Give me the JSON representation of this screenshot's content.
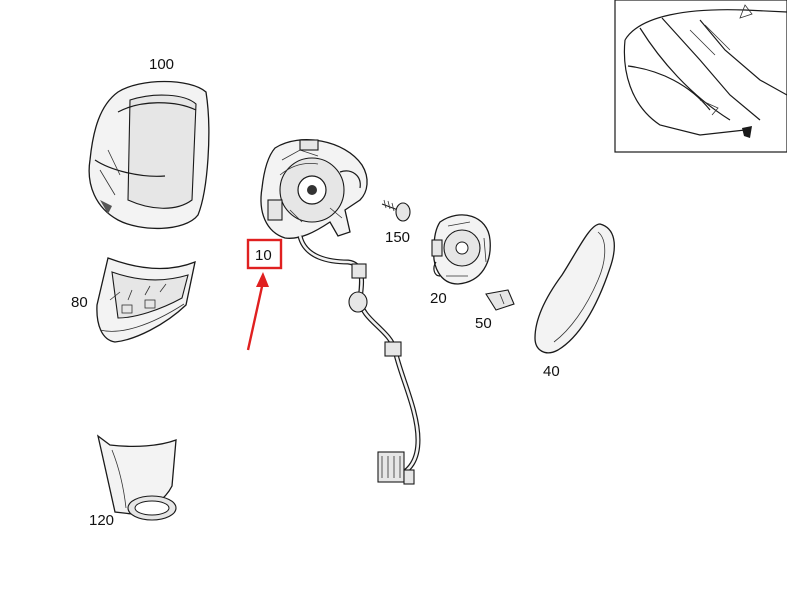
{
  "parts": {
    "p100": {
      "label": "100"
    },
    "p80": {
      "label": "80"
    },
    "p120": {
      "label": "120"
    },
    "p10": {
      "label": "10"
    },
    "p150": {
      "label": "150"
    },
    "p20": {
      "label": "20"
    },
    "p50": {
      "label": "50"
    },
    "p40": {
      "label": "40"
    }
  },
  "highlight": {
    "part": "10",
    "color": "#e02020"
  }
}
